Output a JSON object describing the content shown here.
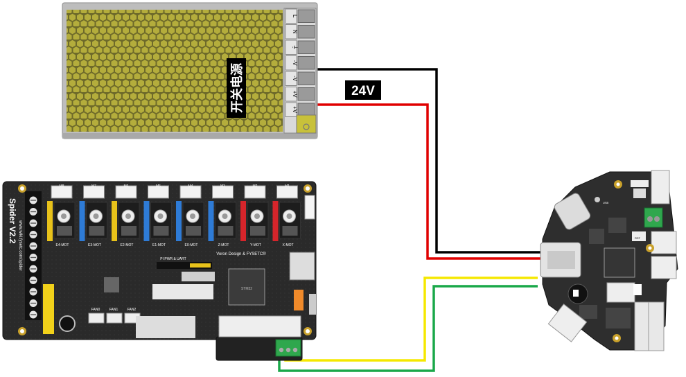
{
  "psu": {
    "label": "开关电源",
    "terminals": [
      "L",
      "N",
      "⏚",
      "-V",
      "-V",
      "+V",
      "+V"
    ]
  },
  "voltage_label": "24V",
  "mainboard": {
    "model": "Spider V2.2",
    "website": "www.wiki.fysetc.com/spider",
    "brand": "Voron Design & FYSETC®",
    "motor_headers": [
      "M8",
      "M7",
      "M6",
      "M5",
      "M4",
      "M3",
      "M2",
      "M1"
    ],
    "motor_labels": [
      "E4-MOT",
      "E3-MOT",
      "E2-MOT",
      "E1-MOT",
      "E0-MOT",
      "Z-MOT",
      "Y-MOT",
      "X-MOT"
    ],
    "fan_labels": [
      "FAN0",
      "FAN1",
      "FAN2"
    ],
    "pi_label": "PI PWR & UART",
    "chip_label": "STM32"
  },
  "toolboard": {
    "button_label": "RST",
    "usb_label": "USB"
  },
  "colors": {
    "wire_negative": "#000000",
    "wire_positive": "#e00000",
    "wire_can_h": "#f5e800",
    "wire_can_l": "#1aa84a",
    "psu_body": "#c8c8c8",
    "psu_mesh": "#a8a137",
    "pcb": "#2a2a2a",
    "header_yellow": "#e8c21a",
    "header_blue": "#2e7bd6",
    "header_red": "#d6252b",
    "terminal_green": "#2fa74d"
  }
}
